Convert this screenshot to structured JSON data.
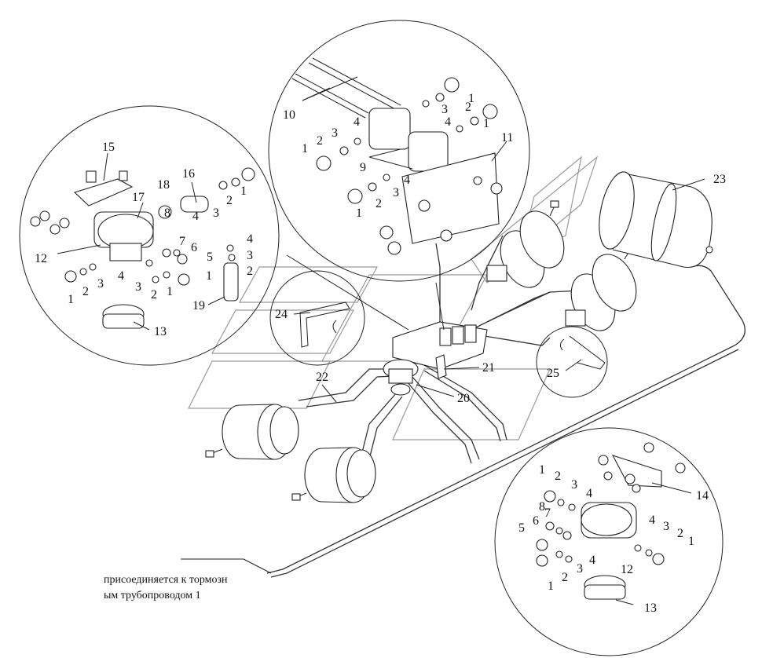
{
  "callouts": {
    "c1": "1",
    "c2": "2",
    "c3": "3",
    "c4": "4",
    "c5": "5",
    "c6": "6",
    "c7": "7",
    "c8": "8",
    "c9": "9",
    "c10": "10",
    "c11": "11",
    "c12": "12",
    "c13": "13",
    "c14": "14",
    "c15": "15",
    "c16": "16",
    "c17": "17",
    "c18": "18",
    "c19": "19",
    "c20": "20",
    "c21": "21",
    "c22": "22",
    "c23": "23",
    "c24": "24",
    "c25": "25"
  },
  "note": {
    "line1": "присоединяется к тормозн",
    "line2": "ым трубопроводом  1"
  }
}
